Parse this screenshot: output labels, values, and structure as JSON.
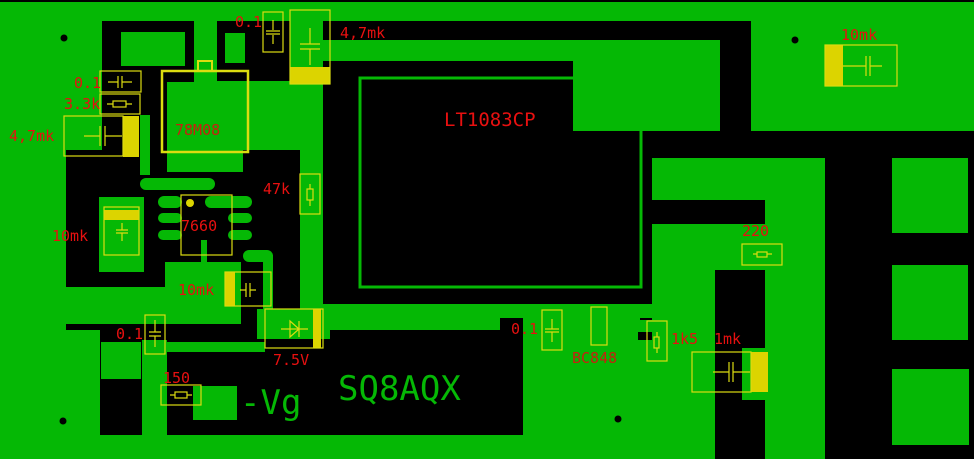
{
  "board": {
    "title": "SQ8AQX",
    "net_label": "-Vg",
    "colors": {
      "copper": "#05b805",
      "silkscreen": "#dcdc10",
      "designator": "#e81010",
      "substrate": "#000000"
    }
  },
  "components": {
    "c_top": {
      "value": "0.1",
      "type": "capacitor"
    },
    "c_top_big": {
      "value": "4,7mk",
      "type": "electrolytic-capacitor"
    },
    "c_left1": {
      "value": "0.1",
      "type": "capacitor"
    },
    "r_left": {
      "value": "3.3k",
      "type": "resistor"
    },
    "c_left_big": {
      "value": "4,7mk",
      "type": "electrolytic-capacitor"
    },
    "u_reg": {
      "value": "78M08",
      "type": "regulator"
    },
    "r_47k": {
      "value": "47k",
      "type": "resistor"
    },
    "c_10mk_a": {
      "value": "10mk",
      "type": "electrolytic-capacitor"
    },
    "u_7660": {
      "value": "7660",
      "type": "ic"
    },
    "c_10mk_b": {
      "value": "10mk",
      "type": "electrolytic-capacitor"
    },
    "c_bottom": {
      "value": "0.1",
      "type": "capacitor"
    },
    "d_zener": {
      "value": "7.5V",
      "type": "zener-diode"
    },
    "r_150": {
      "value": "150",
      "type": "resistor"
    },
    "u_main": {
      "value": "LT1083CP",
      "type": "regulator"
    },
    "c_right": {
      "value": "0.1",
      "type": "capacitor"
    },
    "q_bc848": {
      "value": "BC848",
      "type": "transistor"
    },
    "r_1k5": {
      "value": "1k5",
      "type": "resistor"
    },
    "c_1mk": {
      "value": "1mk",
      "type": "electrolytic-capacitor"
    },
    "r_220": {
      "value": "220",
      "type": "resistor"
    },
    "c_10mk_top": {
      "value": "10mk",
      "type": "electrolytic-capacitor"
    }
  }
}
